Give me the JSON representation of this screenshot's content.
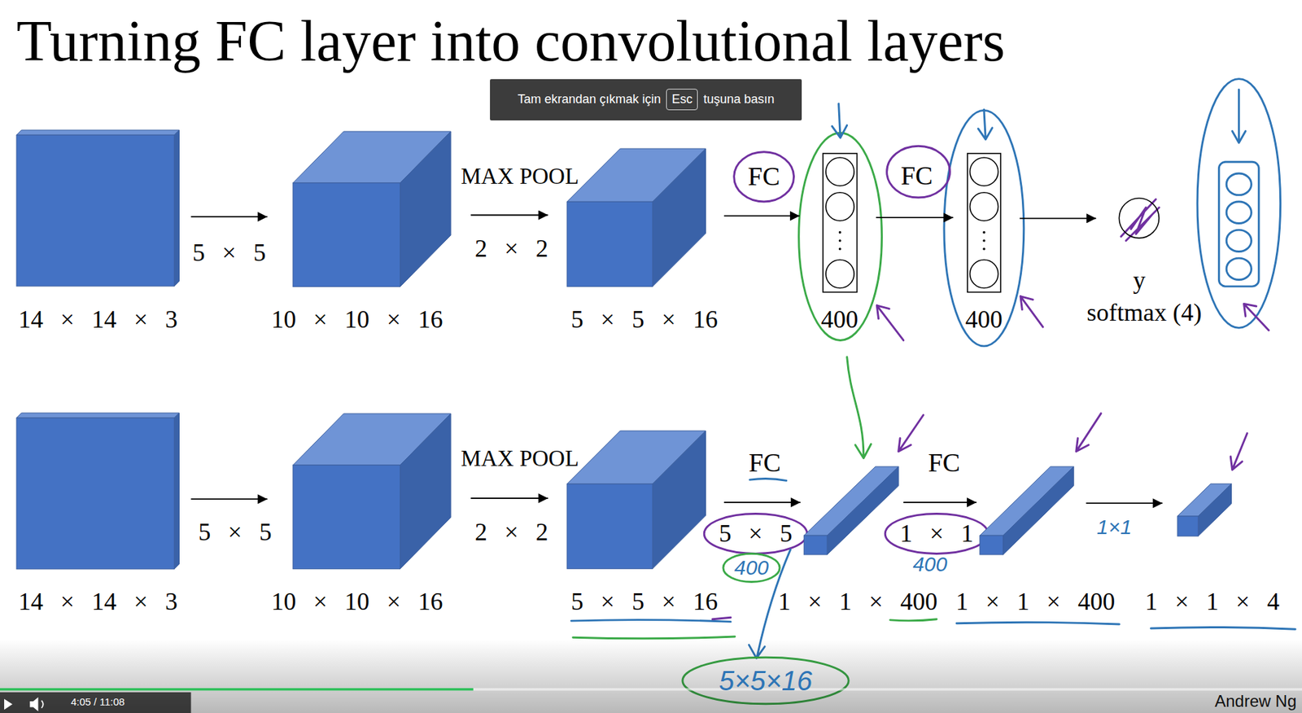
{
  "diagram": {
    "title": "Turning FC layer into convolutional layers",
    "nodes": [
      {
        "text": [
          "Tam ekrandan çıkmak için",
          "tuşuna basın"
        ]
      },
      {
        "text": [
          "Esc"
        ],
        "in": 0
      },
      {
        "text": [
          "14 × 14 × 3"
        ]
      },
      {
        "text": [
          "10 × 10 × 16"
        ]
      },
      {
        "text": [
          "5 × 5 × 16"
        ]
      },
      {
        "text": [
          "400"
        ]
      },
      {
        "text": [
          "400"
        ]
      },
      {
        "text": [
          "y",
          "softmax (4)"
        ]
      },
      {
        "text": [
          "14 × 14 × 3"
        ]
      },
      {
        "text": [
          "10 × 10 × 16"
        ]
      },
      {
        "text": [
          "5 × 5 × 16"
        ]
      },
      {
        "text": [
          "1 × 1 × 400"
        ]
      },
      {
        "text": [
          "1 × 1 × 400"
        ]
      },
      {
        "text": [
          "1 × 1 × 4"
        ]
      }
    ],
    "edges": [
      {
        "from": 2,
        "to": 3,
        "label": "5 × 5",
        "arrow": "to"
      },
      {
        "from": 3,
        "to": 4,
        "label": "MAX POOL",
        "arrow": "to"
      },
      {
        "from": 4,
        "to": 5,
        "label": "FC",
        "arrow": "to"
      },
      {
        "from": 5,
        "to": 6,
        "label": "FC",
        "arrow": "to"
      },
      {
        "from": 6,
        "to": 7,
        "arrow": "to"
      },
      {
        "from": 8,
        "to": 9,
        "label": "5 × 5",
        "arrow": "to"
      },
      {
        "from": 9,
        "to": 10,
        "label": "MAX POOL",
        "arrow": "to"
      },
      {
        "from": 10,
        "to": 11,
        "label": "FC",
        "arrow": "to"
      },
      {
        "from": 11,
        "to": 12,
        "label": "FC",
        "arrow": "to"
      },
      {
        "from": 12,
        "to": 13,
        "arrow": "to"
      }
    ],
    "labels": [
      "2 × 2",
      "2 × 2",
      "5 × 5",
      "1 × 1",
      "400",
      "400",
      "1×1",
      "5×5×16",
      "4:05 / 11:08",
      "Andrew Ng"
    ]
  }
}
